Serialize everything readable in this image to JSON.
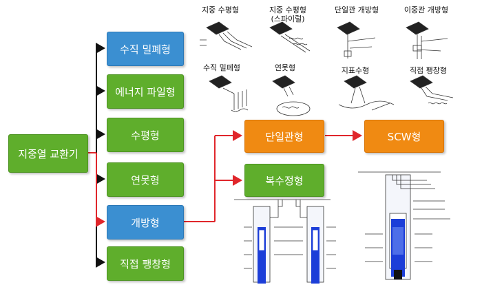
{
  "root": {
    "label": "지중열 교환기"
  },
  "categories": [
    {
      "label": "수직 밀폐형",
      "color": "blue"
    },
    {
      "label": "에너지 파일형",
      "color": "green"
    },
    {
      "label": "수평형",
      "color": "green"
    },
    {
      "label": "연못형",
      "color": "green"
    },
    {
      "label": "개방형",
      "color": "blue"
    },
    {
      "label": "직접 팽창형",
      "color": "green"
    }
  ],
  "open_types": {
    "single_pipe": "단일관형",
    "multi_well": "복수정형",
    "scw": "SCW형"
  },
  "thumb_labels": {
    "horizontal": "지중 수평형",
    "spiral_line1": "지중 수평형",
    "spiral_line2": "(스파이럴)",
    "single_open": "단일관 개방형",
    "double_open": "이중관 개방형",
    "vertical_closed": "수직 밀폐형",
    "pond": "연못형",
    "surface_water": "지표수형",
    "direct_expansion": "직접 팽창형"
  },
  "colors": {
    "green": "#5fae2c",
    "blue": "#3b8fd1",
    "orange": "#f08a12",
    "arrow_red": "#e0262b"
  }
}
